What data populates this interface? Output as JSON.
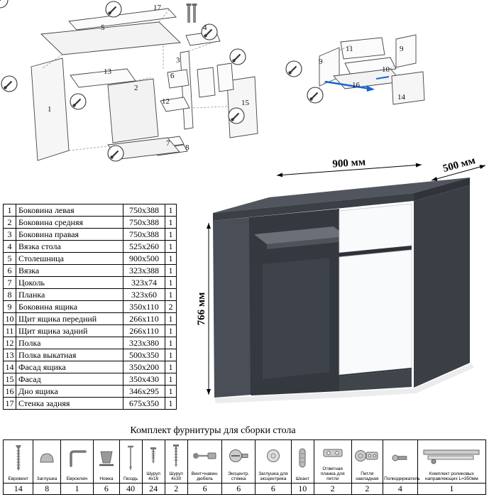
{
  "labels": {
    "main": [
      "17",
      "5",
      "4",
      "1",
      "13",
      "2",
      "3",
      "6",
      "12",
      "7",
      "8",
      "15"
    ],
    "drawer": [
      "9",
      "11",
      "9",
      "10",
      "16",
      "14"
    ]
  },
  "parts": {
    "rows": [
      {
        "num": "1",
        "name": "Боковина левая",
        "size": "750x388",
        "qty": "1"
      },
      {
        "num": "2",
        "name": "Боковина средняя",
        "size": "750x388",
        "qty": "1"
      },
      {
        "num": "3",
        "name": "Боковина правая",
        "size": "750x388",
        "qty": "1"
      },
      {
        "num": "4",
        "name": "Вязка стола",
        "size": "525x260",
        "qty": "1"
      },
      {
        "num": "5",
        "name": "Столешница",
        "size": "900x500",
        "qty": "1"
      },
      {
        "num": "6",
        "name": "Вязка",
        "size": "323x388",
        "qty": "1"
      },
      {
        "num": "7",
        "name": "Цоколь",
        "size": "323x74",
        "qty": "1"
      },
      {
        "num": "8",
        "name": "Планка",
        "size": "323x60",
        "qty": "1"
      },
      {
        "num": "9",
        "name": "Боковина ящика",
        "size": "350x110",
        "qty": "2"
      },
      {
        "num": "10",
        "name": "Щит ящика передний",
        "size": "266x110",
        "qty": "1"
      },
      {
        "num": "11",
        "name": "Щит ящика задний",
        "size": "266x110",
        "qty": "1"
      },
      {
        "num": "12",
        "name": "Полка",
        "size": "323x380",
        "qty": "1"
      },
      {
        "num": "13",
        "name": "Полка выкатная",
        "size": "500x350",
        "qty": "1"
      },
      {
        "num": "14",
        "name": "Фасад ящика",
        "size": "350x200",
        "qty": "1"
      },
      {
        "num": "15",
        "name": "Фасад",
        "size": "350x430",
        "qty": "1"
      },
      {
        "num": "16",
        "name": "Дно ящика",
        "size": "346x295",
        "qty": "1"
      },
      {
        "num": "17",
        "name": "Стенка задняя",
        "size": "675x350",
        "qty": "1"
      }
    ]
  },
  "desk": {
    "width_label": "900 мм",
    "depth_label": "500 мм",
    "height_label": "766 мм",
    "body_color": "#51565e",
    "front_color": "#f9fafb"
  },
  "hardware": {
    "title": "Комплект фурнитуры для сборки стола",
    "items": [
      {
        "label": "Евровинт",
        "qty": "14",
        "icon": "euroscrew"
      },
      {
        "label": "Заглушка",
        "qty": "8",
        "icon": "cap"
      },
      {
        "label": "Евроключ",
        "qty": "1",
        "icon": "hex-key"
      },
      {
        "label": "Ножка",
        "qty": "6",
        "icon": "foot"
      },
      {
        "label": "Гвоздь",
        "qty": "40",
        "icon": "nail"
      },
      {
        "label": "Шуруп 4x16",
        "qty": "24",
        "icon": "screw-4x16"
      },
      {
        "label": "Шуруп 4x30",
        "qty": "2",
        "icon": "screw-4x30"
      },
      {
        "label": "Винт+навин. дюбель",
        "qty": "6",
        "icon": "bolt-dowel"
      },
      {
        "label": "Эксцентр. стяжка",
        "qty": "6",
        "icon": "cam-lock"
      },
      {
        "label": "Заглушка для эксцентрика",
        "qty": "6",
        "icon": "cam-cap"
      },
      {
        "label": "Шкант",
        "qty": "10",
        "icon": "dowel"
      },
      {
        "label": "Ответная планка для петли",
        "qty": "2",
        "icon": "hinge-plate"
      },
      {
        "label": "Петля накладная",
        "qty": "2",
        "icon": "hinge"
      },
      {
        "label": "Полкодержатель",
        "qty": "4",
        "icon": "shelf-support"
      },
      {
        "label": "Комплект роликовых направляющих L=350мм",
        "qty": "1",
        "icon": "roller-guides"
      }
    ]
  }
}
